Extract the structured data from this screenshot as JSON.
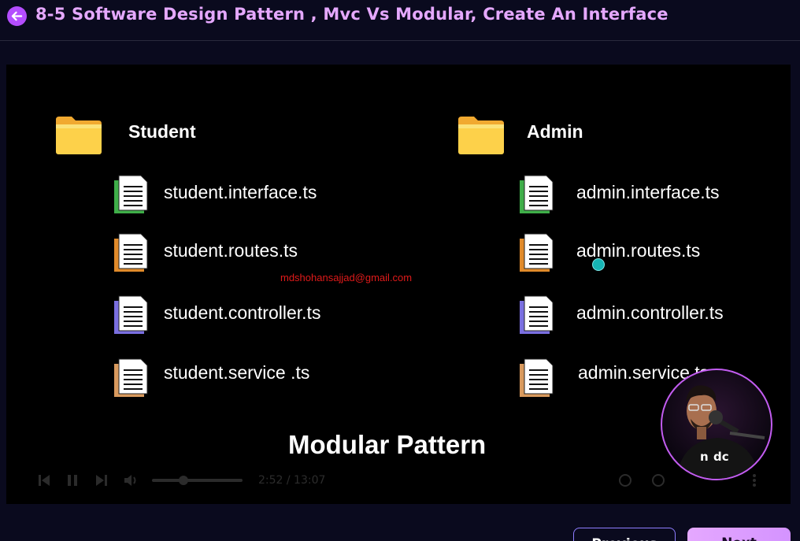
{
  "header": {
    "title": "8-5 Software Design Pattern , Mvc Vs Modular, Create An Interface",
    "back_icon": "arrow-left-icon",
    "accent": "#b44dff",
    "title_color": "#e5a8ff"
  },
  "slide": {
    "left_folder": {
      "label": "Student",
      "files": [
        {
          "name": "student.interface.ts",
          "color": "#3fae49"
        },
        {
          "name": "student.routes.ts",
          "color": "#e08a2a"
        },
        {
          "name": "student.controller.ts",
          "color": "#7a6fe0"
        },
        {
          "name": "student.service .ts",
          "color": "#d99a5e"
        }
      ]
    },
    "right_folder": {
      "label": "Admin",
      "files": [
        {
          "name": "admin.interface.ts",
          "color": "#3fae49"
        },
        {
          "name": "admin.routes.ts",
          "color": "#e08a2a"
        },
        {
          "name": "admin.controller.ts",
          "color": "#7a6fe0"
        },
        {
          "name": "admin.service.ts",
          "color": "#d99a5e"
        }
      ]
    },
    "watermark": "mdshohansajjad@gmail.com",
    "caption": "Modular  Pattern"
  },
  "player": {
    "time": "2:52 / 13:07",
    "progress": 0.22
  },
  "nav": {
    "previous_label": "Previous",
    "next_label": "Next"
  }
}
